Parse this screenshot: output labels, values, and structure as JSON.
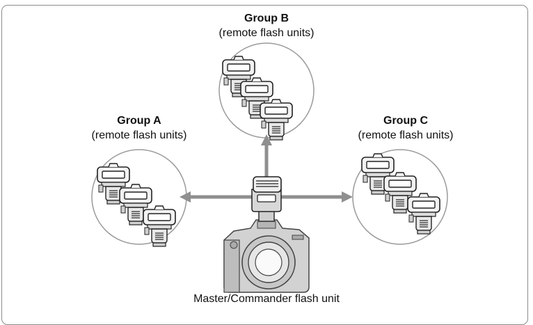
{
  "groups": [
    {
      "id": "b",
      "name": "Group B",
      "subtitle": "(remote flash units)"
    },
    {
      "id": "a",
      "name": "Group A",
      "subtitle": "(remote flash units)"
    },
    {
      "id": "c",
      "name": "Group C",
      "subtitle": "(remote flash units)"
    }
  ],
  "master": {
    "label": "Master/Commander flash unit"
  },
  "colors": {
    "arrow": "#8f8f8f",
    "circle": "#9a9a9a",
    "border": "#8a8a8a",
    "flash_fill": "#eeeeee",
    "flash_stroke": "#222222",
    "camera": "#cfcfcf"
  },
  "icons": {
    "remote_unit": "remote-flash-icon",
    "camera": "camera-icon",
    "master_flash": "master-flash-icon"
  }
}
